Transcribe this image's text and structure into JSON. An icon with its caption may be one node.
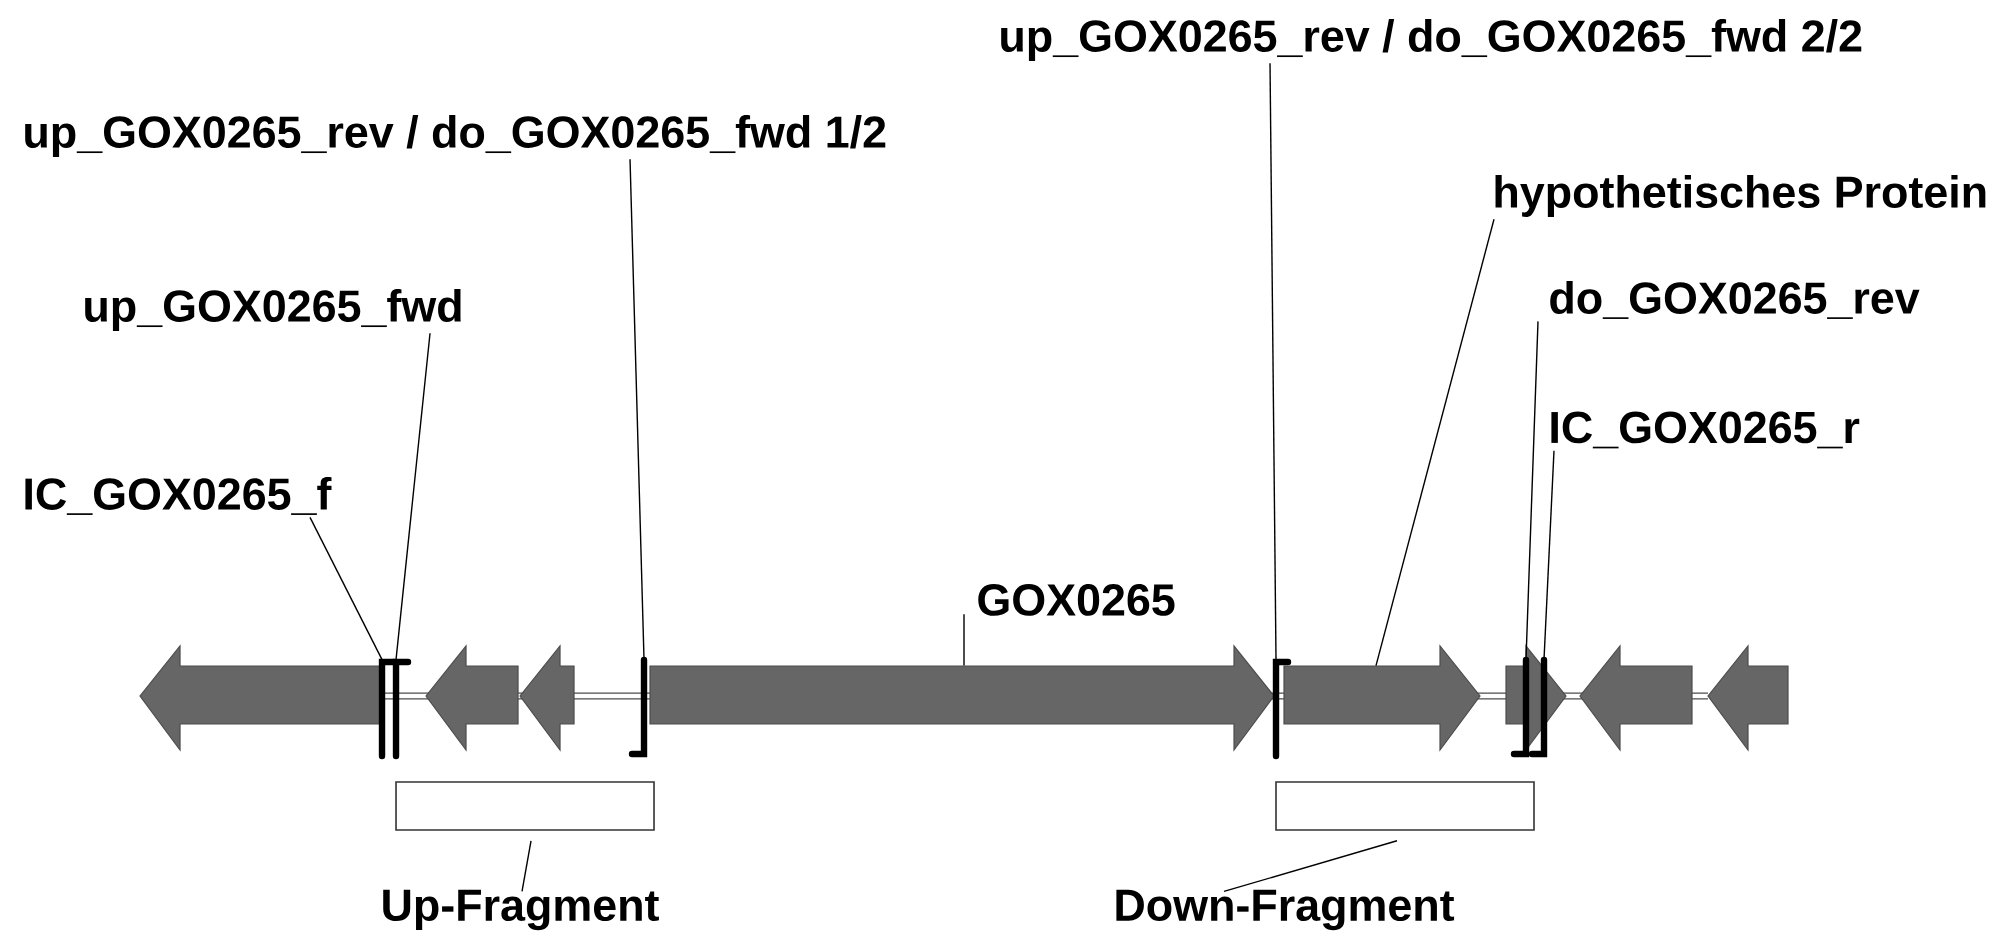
{
  "diagram": {
    "nodes": [
      {
        "text": [
          "up_GOX0265_rev / do_GOX0265_fwd 2/2"
        ]
      },
      {
        "text": [
          "up_GOX0265_rev / do_GOX0265_fwd 1/2"
        ]
      },
      {
        "text": [
          "hypothetisches Protein"
        ]
      },
      {
        "text": [
          "do_GOX0265_rev"
        ]
      },
      {
        "text": [
          "up_GOX0265_fwd"
        ]
      },
      {
        "text": [
          "IC_GOX0265_r"
        ]
      },
      {
        "text": [
          "IC_GOX0265_f"
        ]
      },
      {
        "text": [
          "GOX0265"
        ]
      },
      {
        "text": [],
        "shape": "arrow"
      },
      {
        "text": [],
        "shape": "arrow"
      },
      {
        "text": [],
        "shape": "arrow"
      },
      {
        "text": [],
        "shape": "arrow"
      },
      {
        "text": [],
        "shape": "arrow"
      },
      {
        "text": [],
        "shape": "arrow"
      },
      {
        "text": [],
        "shape": "arrow"
      },
      {
        "text": [],
        "shape": "arrow"
      },
      {
        "text": [],
        "shape": "bar"
      },
      {
        "text": [],
        "shape": "bar"
      },
      {
        "text": [],
        "shape": "bar"
      },
      {
        "text": [],
        "shape": "bar"
      },
      {
        "text": [],
        "shape": "bar"
      },
      {
        "text": [],
        "shape": "bar"
      },
      {
        "text": [],
        "shape": "box"
      },
      {
        "text": [],
        "shape": "box"
      },
      {
        "text": [
          "Up-Fragment"
        ]
      },
      {
        "text": [
          "Down-Fragment"
        ]
      }
    ],
    "edges": [
      {
        "from": 6,
        "to": 16,
        "arrow": "none"
      },
      {
        "from": 4,
        "to": 17,
        "arrow": "none"
      },
      {
        "from": 1,
        "to": 18,
        "arrow": "none"
      },
      {
        "from": 0,
        "to": 19,
        "arrow": "none"
      },
      {
        "from": 2,
        "to": 12,
        "arrow": "none"
      },
      {
        "from": 3,
        "to": 20,
        "arrow": "none"
      },
      {
        "from": 5,
        "to": 21,
        "arrow": "none"
      },
      {
        "from": 7,
        "to": 11,
        "arrow": "none"
      },
      {
        "from": 24,
        "to": 22,
        "arrow": "none"
      },
      {
        "from": 25,
        "to": 23,
        "arrow": "none"
      }
    ]
  }
}
